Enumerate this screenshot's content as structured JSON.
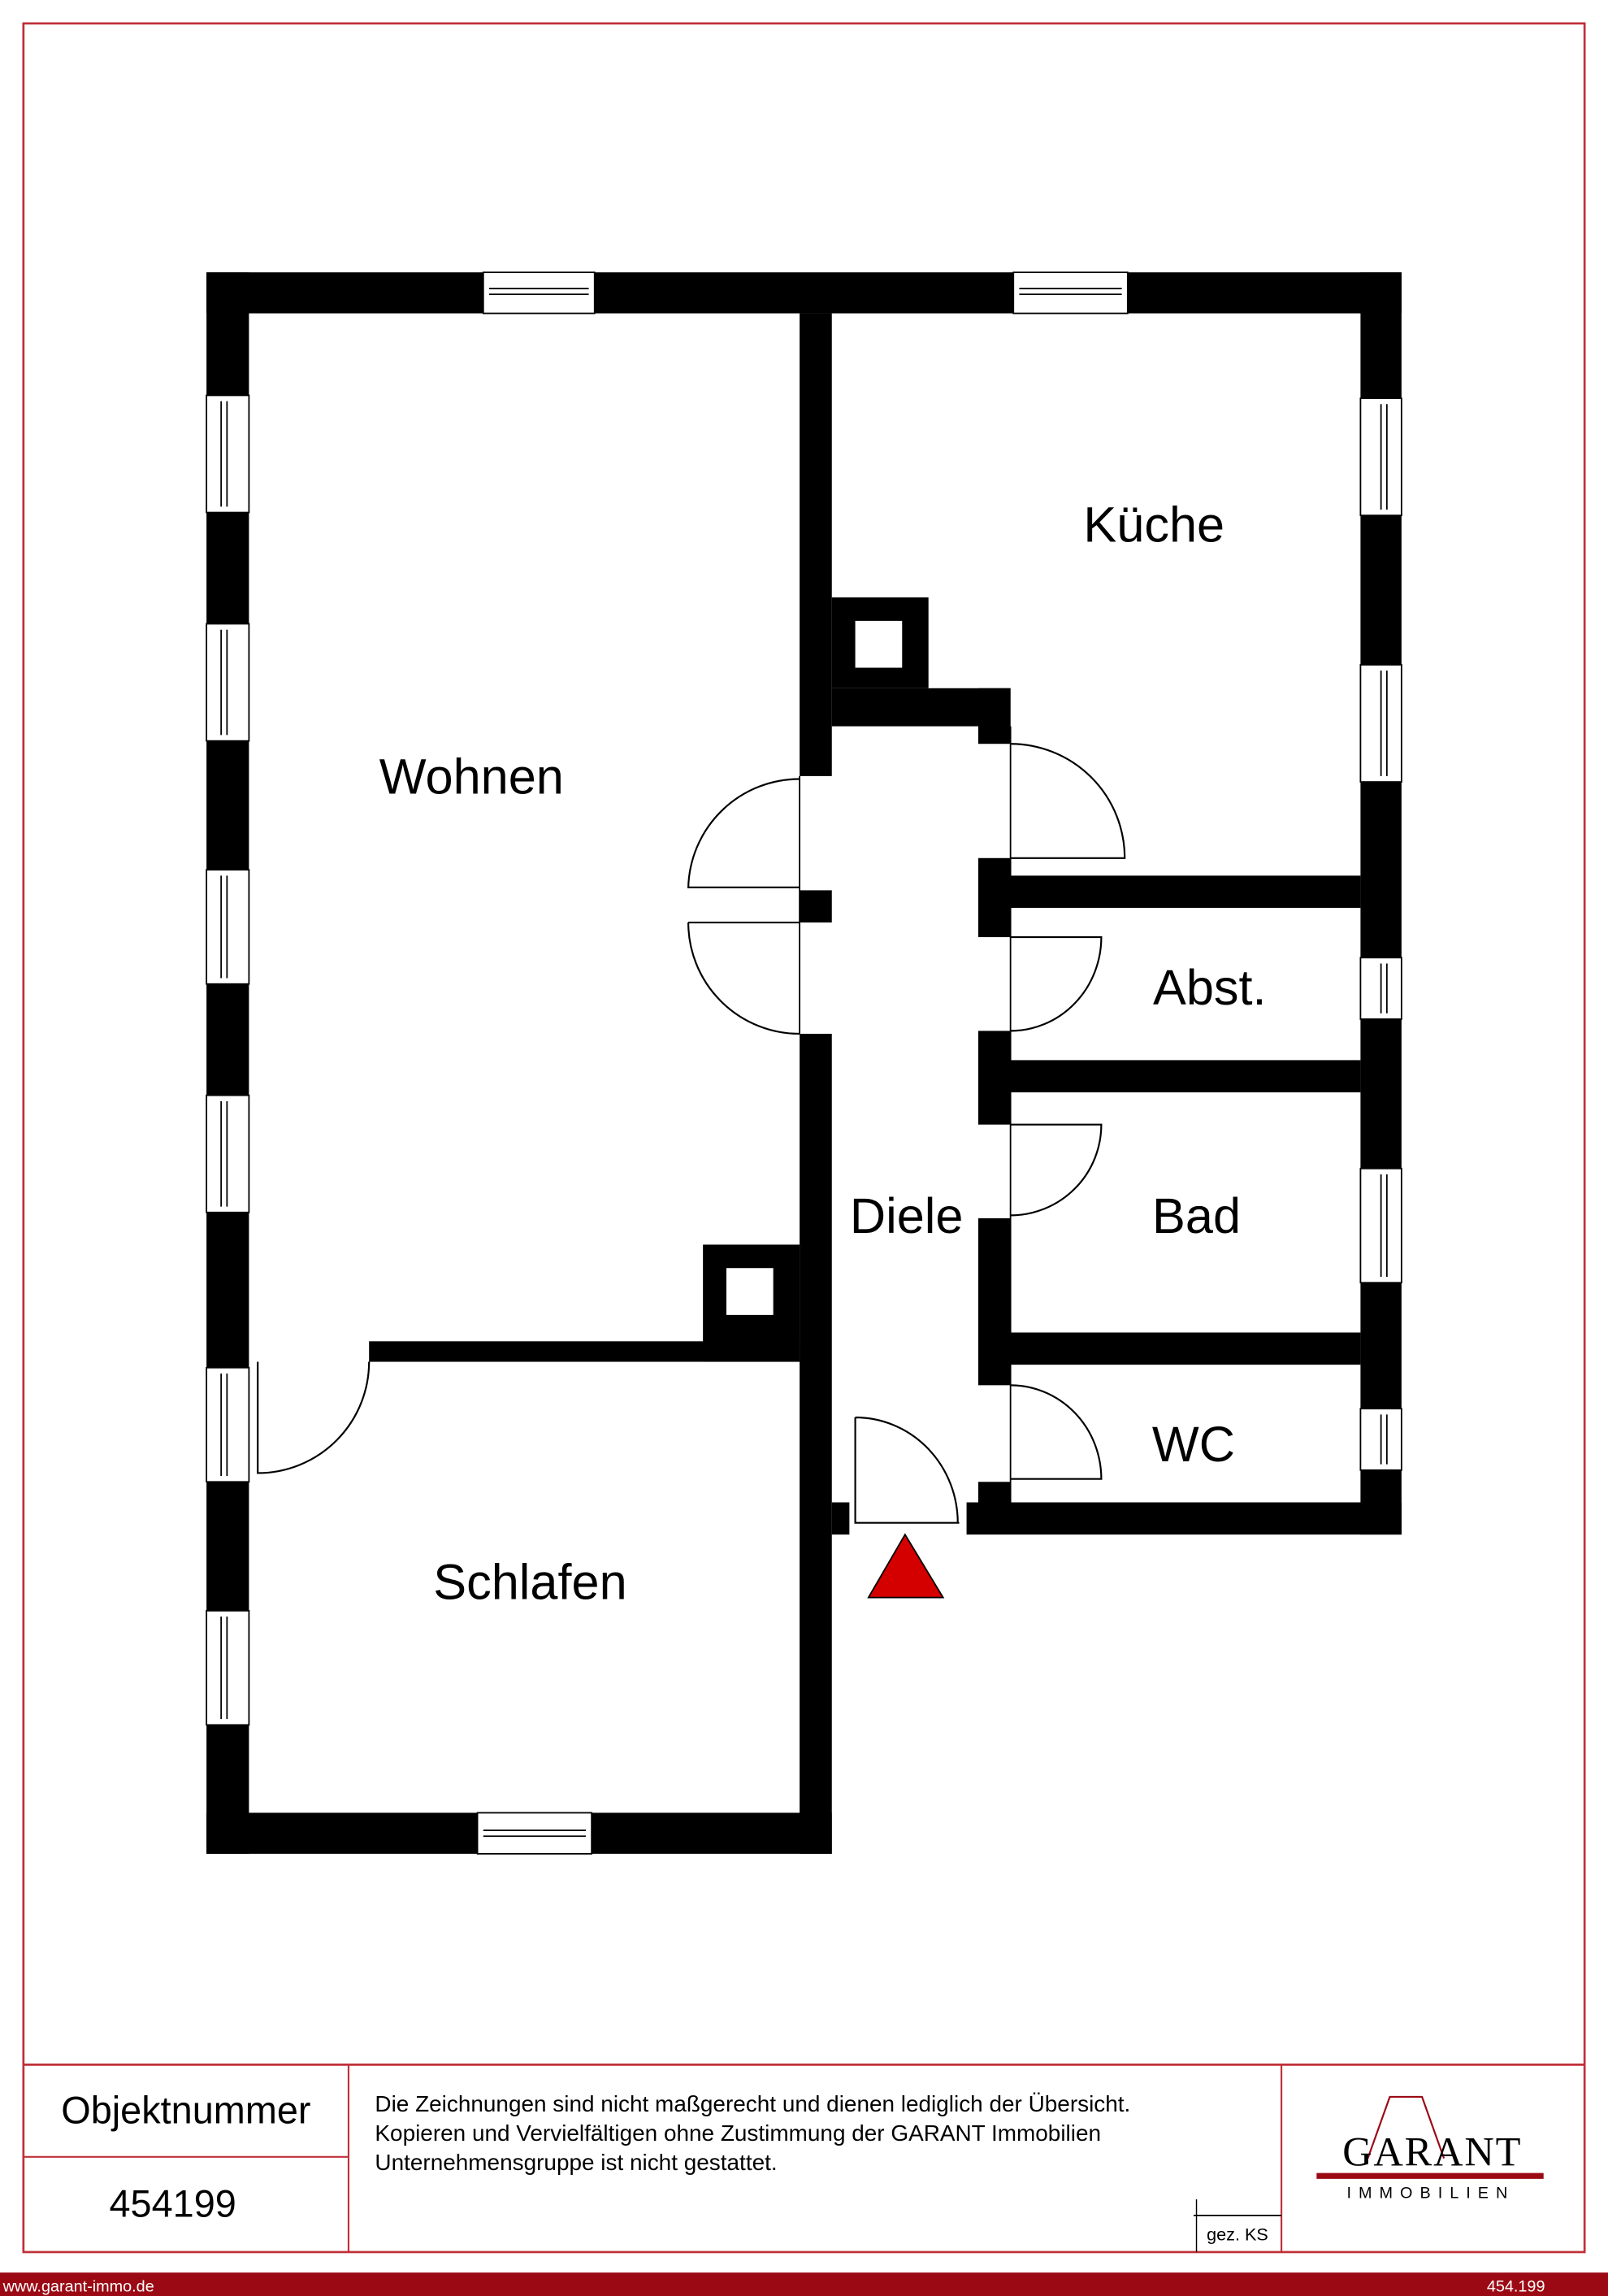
{
  "rooms": {
    "wohnen": "Wohnen",
    "kueche": "Küche",
    "abst": "Abst.",
    "bad": "Bad",
    "diele": "Diele",
    "wc": "WC",
    "schlafen": "Schlafen"
  },
  "footer": {
    "object_label": "Objektnummer",
    "object_number": "454199",
    "disclaimer": [
      "Die Zeichnungen sind nicht maßgerecht und dienen lediglich der Übersicht.",
      "Kopieren und Vervielfältigen ohne Zustimmung der GARANT Immobilien",
      "Unternehmensgruppe ist nicht gestattet."
    ],
    "signed": "gez. KS",
    "logo_name": "GARANT",
    "logo_sub": "IMMOBILIEN"
  },
  "bottom_bar": {
    "website": "www.garant-immo.de",
    "reference": "454.199"
  },
  "colors": {
    "accent": "#9b0a14",
    "border": "#c0303a",
    "entrance": "#d40000",
    "wall": "#000000"
  }
}
